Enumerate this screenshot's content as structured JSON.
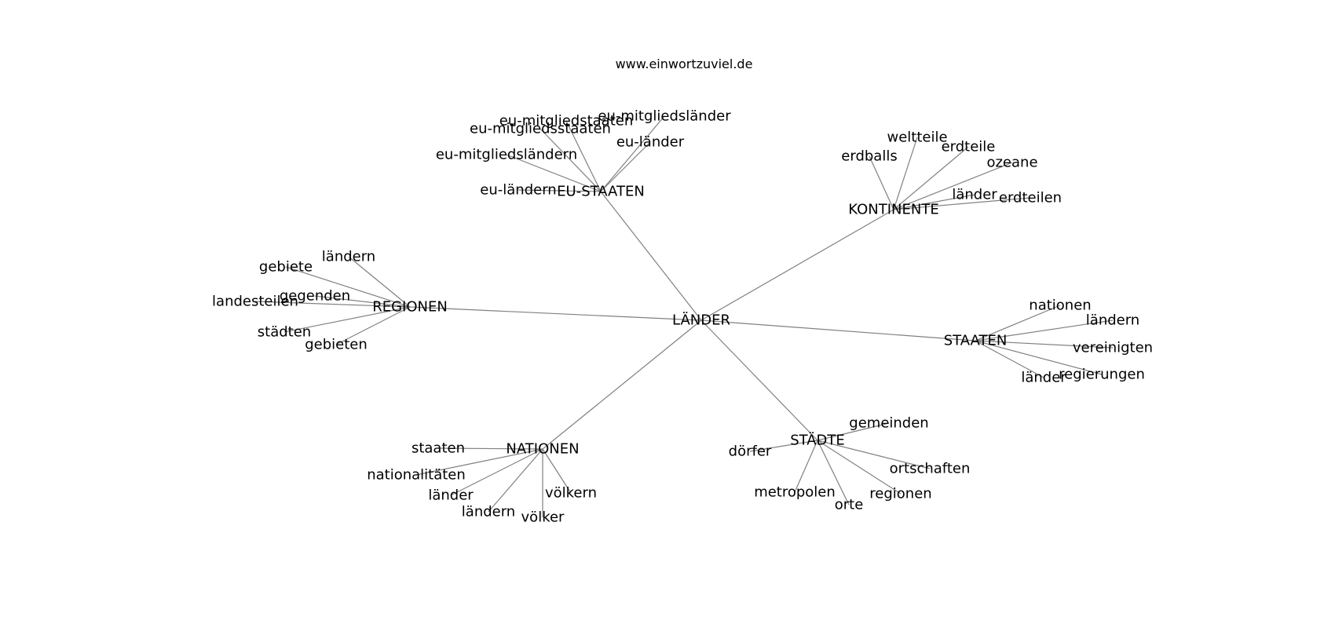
{
  "title": "www.einwortzuviel.de",
  "graph": {
    "root": "LÄNDER",
    "clusters": [
      {
        "hub": "EU-STAATEN",
        "leaves": [
          "eu-mitgliedsländer",
          "eu-mitgliedstaaten",
          "eu-mitgliedsstaaten",
          "eu-länder",
          "eu-mitgliedsländern",
          "eu-ländern"
        ]
      },
      {
        "hub": "KONTINENTE",
        "leaves": [
          "weltteile",
          "erdteile",
          "erdballs",
          "ozeane",
          "länder",
          "erdteilen"
        ]
      },
      {
        "hub": "REGIONEN",
        "leaves": [
          "ländern",
          "gebiete",
          "gegenden",
          "landesteilen",
          "städten",
          "gebieten"
        ]
      },
      {
        "hub": "STAATEN",
        "leaves": [
          "nationen",
          "ländern",
          "vereinigten",
          "regierungen",
          "länder"
        ]
      },
      {
        "hub": "STÄDTE",
        "leaves": [
          "gemeinden",
          "dörfer",
          "ortschaften",
          "regionen",
          "metropolen",
          "orte"
        ]
      },
      {
        "hub": "NATIONEN",
        "leaves": [
          "staaten",
          "nationalitäten",
          "länder",
          "völkern",
          "ländern",
          "völker"
        ]
      }
    ]
  }
}
